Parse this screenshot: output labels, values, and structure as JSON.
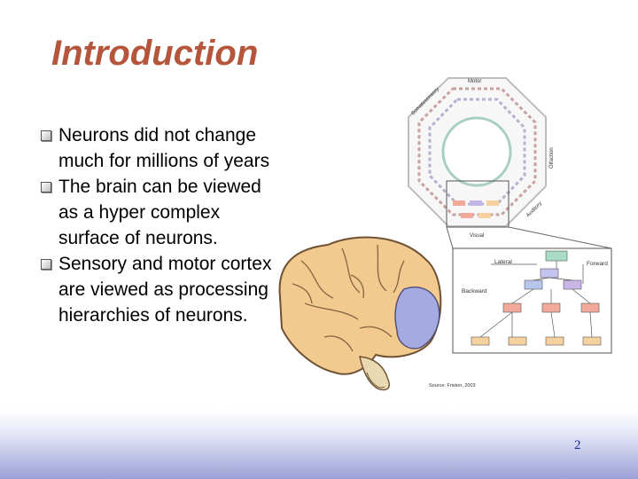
{
  "slide": {
    "title": "Introduction",
    "bullets": [
      "Neurons did not change much for millions of years",
      "The brain can be viewed as a hyper complex surface of neurons.",
      "Sensory and motor cortex are viewed as processing hierarchies of neurons."
    ],
    "page_number": "2"
  },
  "figure": {
    "ring_labels": {
      "top": "Motor",
      "upper_left": "Somatosensory",
      "right": "Olfaction",
      "lower_right": "Auditory",
      "bottom": "Visual"
    },
    "connection_labels": {
      "lateral": "Lateral",
      "forward": "Forward",
      "backward": "Backward"
    },
    "source": "Source: Friston, 2003"
  },
  "colors": {
    "title": "#b5563c",
    "page_number": "#1f2a9a",
    "brain": "#f2c98e",
    "visual_cortex": "#a5abe0"
  }
}
